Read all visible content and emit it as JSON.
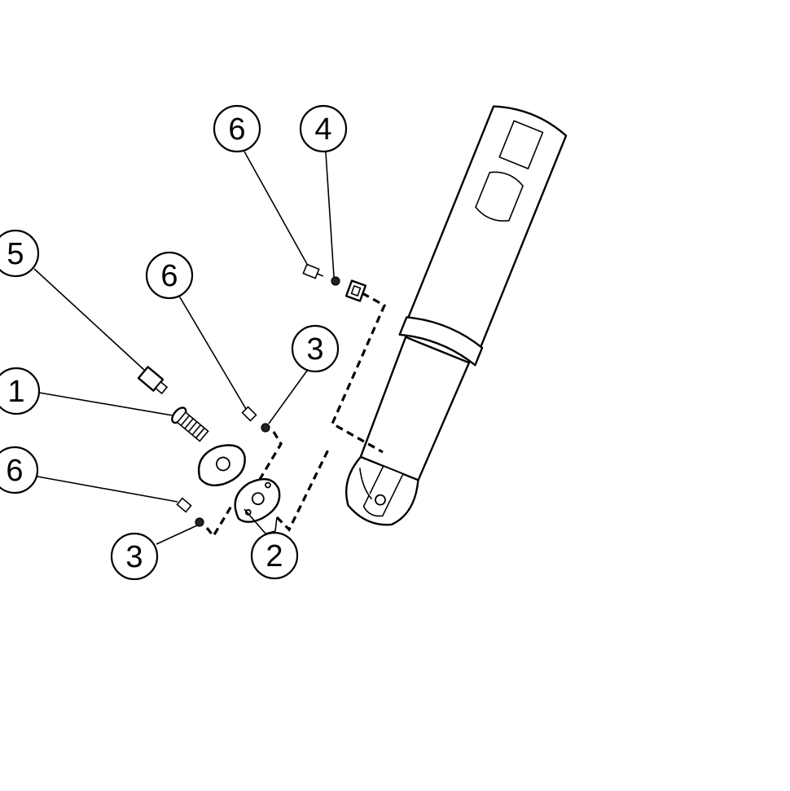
{
  "diagram": {
    "line_color": "#000000",
    "background": "#ffffff",
    "callouts": [
      {
        "id": "c-6-top",
        "label": "6"
      },
      {
        "id": "c-4",
        "label": "4"
      },
      {
        "id": "c-5",
        "label": "5"
      },
      {
        "id": "c-6-mid",
        "label": "6"
      },
      {
        "id": "c-3-upper",
        "label": "3"
      },
      {
        "id": "c-1",
        "label": "1"
      },
      {
        "id": "c-6-low",
        "label": "6"
      },
      {
        "id": "c-3-lower",
        "label": "3"
      },
      {
        "id": "c-2",
        "label": "2"
      }
    ]
  }
}
